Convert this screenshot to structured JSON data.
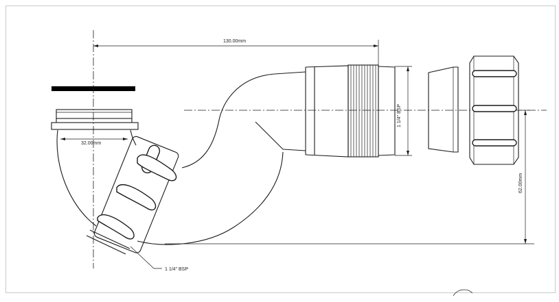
{
  "dimensions": {
    "overall_length": "130.00mm",
    "inlet_width": "32.00mm",
    "outlet_thread": "1 1/4\" BSP",
    "height": "62.00mm",
    "inlet_thread": "1 1/4\" BSP"
  },
  "colors": {
    "line": "#1a1a1a",
    "waste_plate": "#000000",
    "background": "#ffffff"
  }
}
